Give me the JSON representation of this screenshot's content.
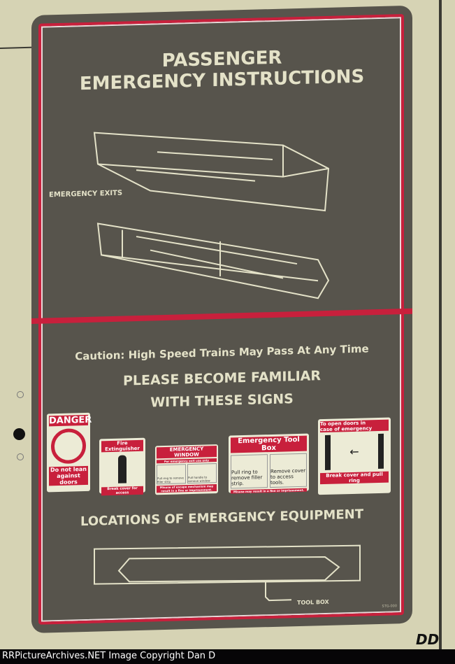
{
  "sign": {
    "title_line1": "PASSENGER",
    "title_line2": "EMERGENCY INSTRUCTIONS",
    "emergency_exits": "EMERGENCY EXITS",
    "caution": "Caution: High Speed Trains May Pass At Any Time",
    "familiar_line1": "PLEASE BECOME FAMILIAR",
    "familiar_line2": "WITH THESE SIGNS",
    "locations": "LOCATIONS OF EMERGENCY EQUIPMENT",
    "tool_box": "TOOL BOX",
    "code": "STG-000",
    "cards": {
      "danger_title": "DANGER",
      "danger_text": "Do not lean against doors",
      "extinguisher_title": "Fire Extinguisher",
      "extinguisher_text": "Break cover for access",
      "window_title": "EMERGENCY WINDOW",
      "window_sub": "For emergency exit use only",
      "window_step1": "Pull ring to remove filler strip",
      "window_step2": "Pull handle to remove window",
      "window_text": "Misuse of escape mechanism may result in a fine or imprisonment.",
      "toolbox_title": "Emergency Tool Box",
      "toolbox_step1": "Pull ring to remove filler strip.",
      "toolbox_step2": "Remove cover to access tools.",
      "toolbox_text": "Misuse may result in a fine or imprisonment.",
      "door_title": "To open doors in case of emergency",
      "door_text": "Break cover and pull ring"
    }
  },
  "watermark": "DD",
  "footer": "RRPictureArchives.NET Image Copyright Dan D",
  "colors": {
    "sign": "#57544c",
    "red": "#c8203c",
    "wall": "#d6d3b4"
  }
}
